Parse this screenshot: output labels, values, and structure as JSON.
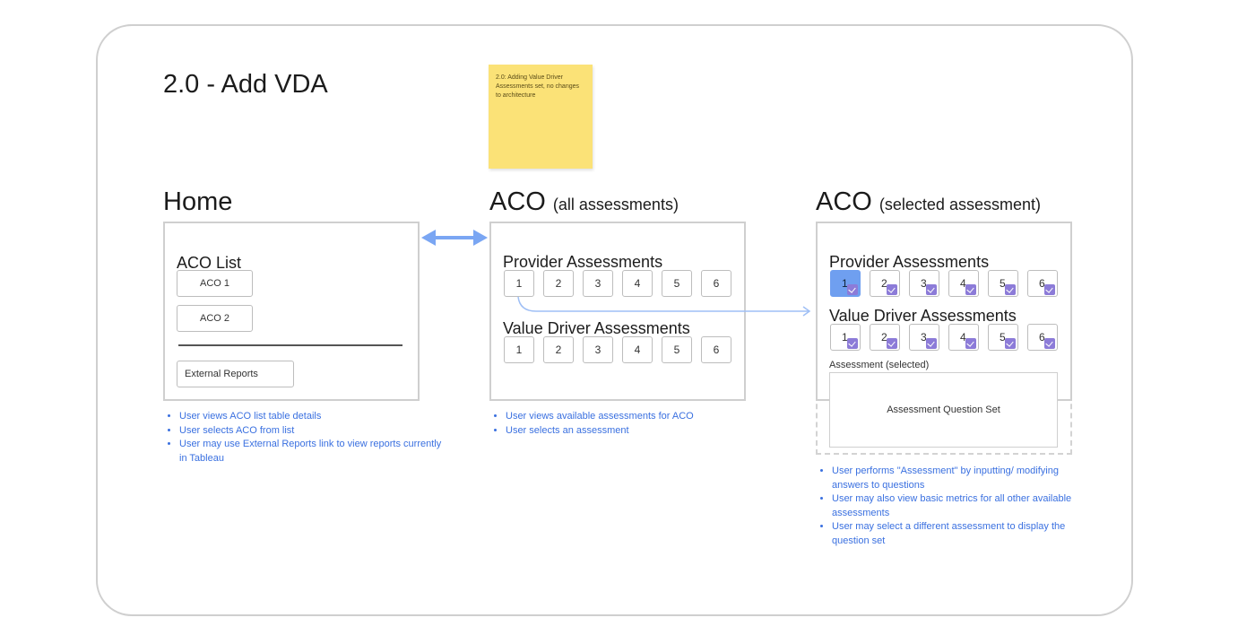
{
  "page": {
    "title": "2.0 - Add VDA"
  },
  "sticky_note": {
    "text": "2.0: Adding Value Driver Assessments set, no changes to architecture"
  },
  "home": {
    "title": "Home",
    "list_heading": "ACO List",
    "aco_items": [
      "ACO 1",
      "ACO 2"
    ],
    "external_reports": "External Reports",
    "notes": [
      "User views ACO list table details",
      "User selects ACO from list",
      "User may use External Reports link to view reports currently in Tableau"
    ]
  },
  "aco_all": {
    "title": "ACO",
    "subtitle": "(all assessments)",
    "provider_heading": "Provider Assessments",
    "provider_items": [
      "1",
      "2",
      "3",
      "4",
      "5",
      "6"
    ],
    "vda_heading": "Value Driver Assessments",
    "vda_items": [
      "1",
      "2",
      "3",
      "4",
      "5",
      "6"
    ],
    "notes": [
      "User views available assessments for ACO",
      "User selects an assessment"
    ]
  },
  "aco_selected": {
    "title": "ACO",
    "subtitle": "(selected assessment)",
    "provider_heading": "Provider Assessments",
    "provider_items": [
      "1",
      "2",
      "3",
      "4",
      "5",
      "6"
    ],
    "vda_heading": "Value Driver Assessments",
    "vda_items": [
      "1",
      "2",
      "3",
      "4",
      "5",
      "6"
    ],
    "assessment_label": "Assessment (selected)",
    "question_set": "Assessment Question Set",
    "notes": [
      "User performs \"Assessment\" by inputting/ modifying answers to questions",
      "User may also view basic metrics for all other available assessments",
      "User may select a different assessment to display the question set"
    ]
  },
  "colors": {
    "accent": "#6f9ff0",
    "note_text": "#3a70e0",
    "sticky": "#fbe277",
    "badge": "#8c7bd8"
  }
}
